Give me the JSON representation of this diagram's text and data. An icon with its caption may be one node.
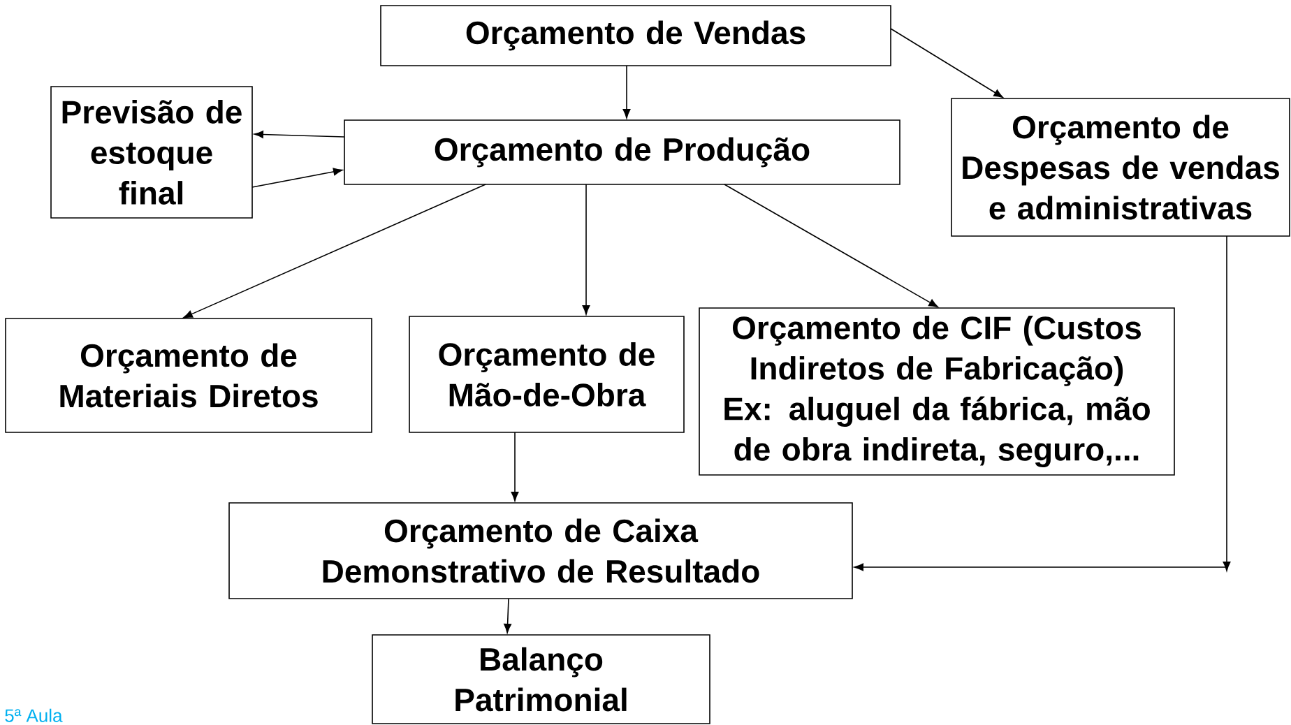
{
  "diagram": {
    "nodes": [
      {
        "text": [
          "Orçamento de Vendas"
        ]
      },
      {
        "text": [
          "Previsão de estoque final"
        ]
      },
      {
        "text": [
          "Orçamento de Produção"
        ]
      },
      {
        "text": [
          "Orçamento de Despesas de vendas e administrativas"
        ]
      },
      {
        "text": [
          "Orçamento de Materiais Diretos"
        ]
      },
      {
        "text": [
          "Orçamento de Mão-de-Obra"
        ]
      },
      {
        "text": [
          "Orçamento de CIF (Custos Indiretos de Fabricação) Ex: aluguel da fábrica, mão de obra indireta, seguro,..."
        ]
      },
      {
        "text": [
          "Orçamento de Caixa",
          "Demonstrativo de Resultado"
        ]
      },
      {
        "text": [
          "Balanço Patrimonial"
        ]
      }
    ],
    "edges": [
      {
        "from": 0,
        "to": 2,
        "arrow": "to"
      },
      {
        "from": 0,
        "to": 3,
        "arrow": "to"
      },
      {
        "from": 2,
        "to": 1,
        "arrow": "to"
      },
      {
        "from": 1,
        "to": 2,
        "arrow": "to"
      },
      {
        "from": 2,
        "to": 4,
        "arrow": "to"
      },
      {
        "from": 2,
        "to": 5,
        "arrow": "to"
      },
      {
        "from": 2,
        "to": 6,
        "arrow": "to"
      },
      {
        "from": 5,
        "to": 7,
        "arrow": "to"
      },
      {
        "from": 3,
        "to": 7,
        "arrow": "to"
      },
      {
        "from": 7,
        "to": 8,
        "arrow": "to"
      }
    ],
    "labels": [
      "5ª Aula"
    ]
  }
}
